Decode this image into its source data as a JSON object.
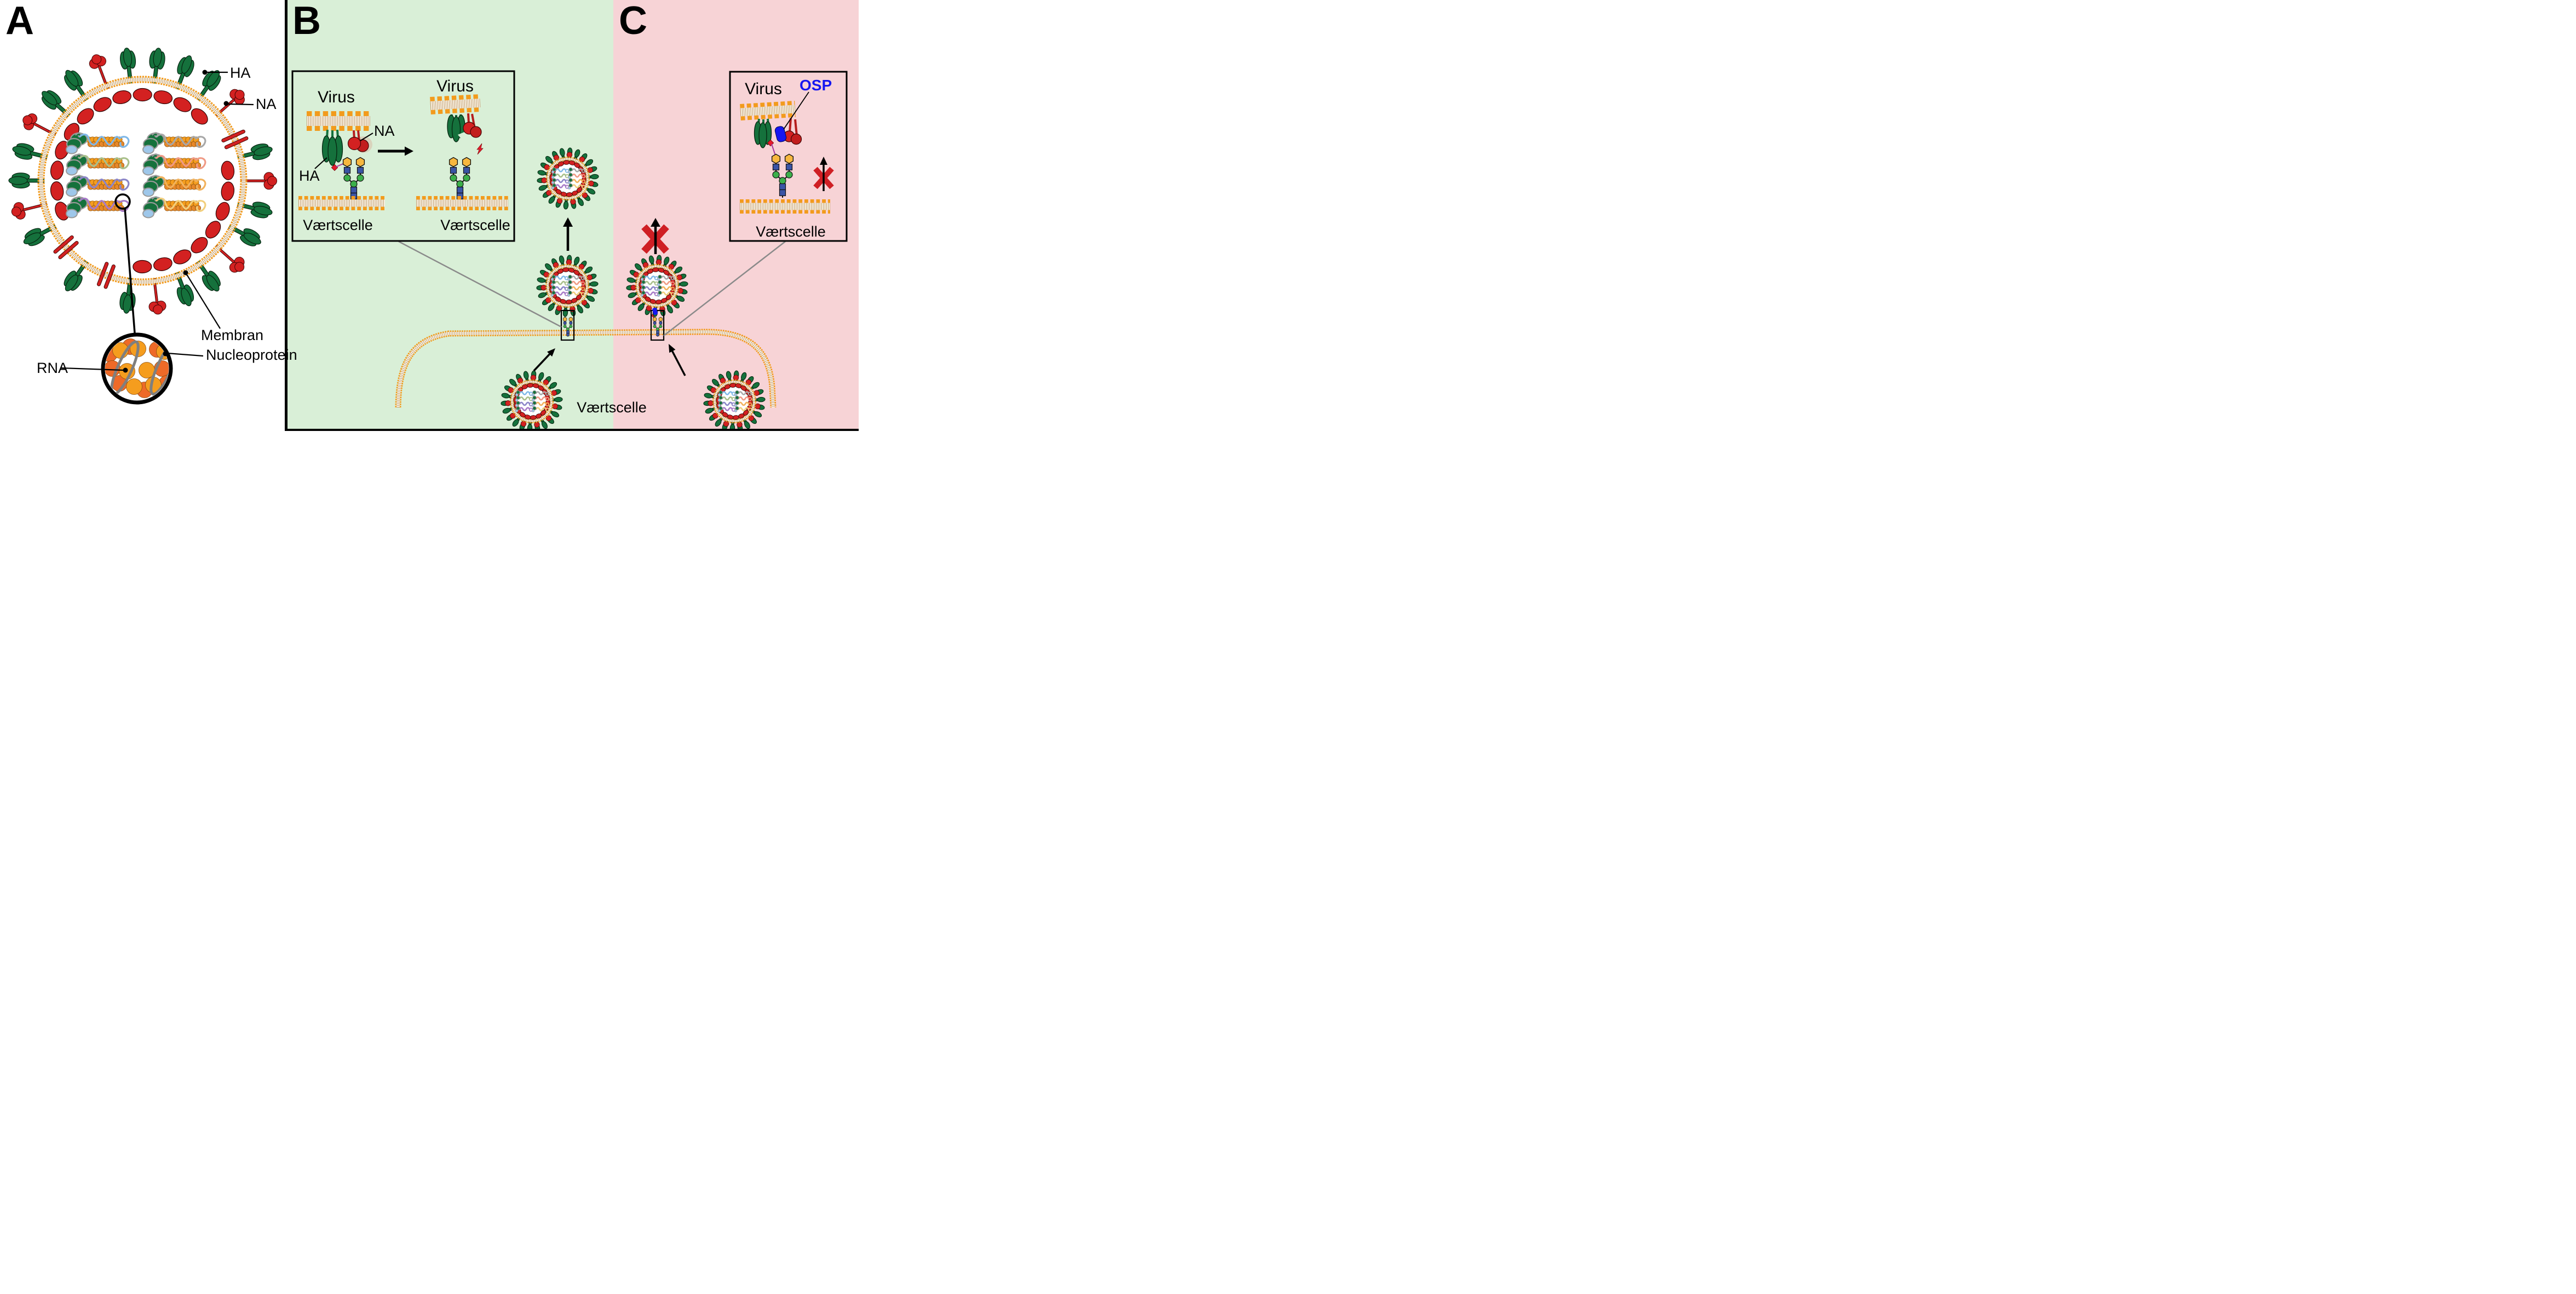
{
  "panels": {
    "a": {
      "letter": "A",
      "labels": {
        "ha": "HA",
        "na": "NA",
        "membrane": "Membran",
        "rna": "RNA",
        "nucleoprotein": "Nucleoprotein"
      }
    },
    "b": {
      "letter": "B",
      "inset": {
        "virus_attached": "Virus",
        "virus_released": "Virus",
        "na": "NA",
        "ha": "HA",
        "host_left": "Værtscelle",
        "host_right": "Værtscelle"
      }
    },
    "c": {
      "letter": "C",
      "inset": {
        "virus": "Virus",
        "inhibitor": "OSP",
        "host": "Værtscelle"
      }
    },
    "host_cell": "Værtscelle"
  },
  "colors": {
    "panel_b_background": "#d9efd7",
    "panel_c_background": "#f7d3d6",
    "ha_green": "#15713c",
    "na_red": "#d32121",
    "lipid_orange": "#f29b1d",
    "membrane_tan": "#b3895a",
    "nucleoprotein_orange": "#f59d1e",
    "nucleoprotein_dark_orange": "#ee6a28",
    "rna_strand_gray": "#7f7f7f",
    "osp_blue": "#1616f0",
    "blocked_x_red": "#cf1f24",
    "sialic_acid_red": "#e8192c",
    "glycan_hexose_yellow": "#f7b73f",
    "glycan_glcnac_blue": "#3a54a5",
    "glycan_mannose_green": "#3caf4a"
  }
}
